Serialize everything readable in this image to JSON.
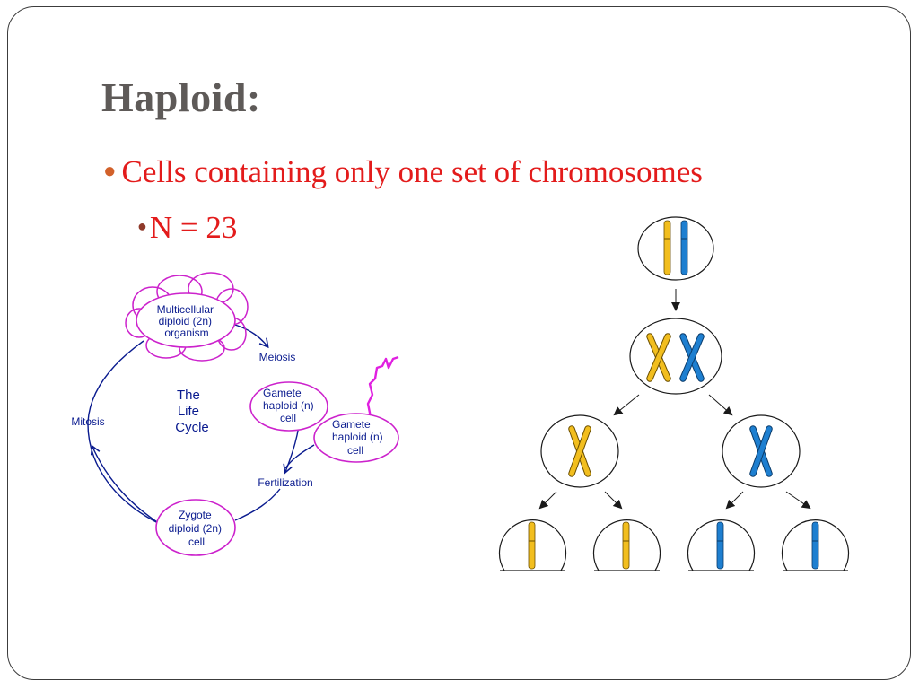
{
  "slide": {
    "title": "Haploid:",
    "bullets": [
      {
        "text": "Cells containing only one set of chromosomes",
        "level": 1
      },
      {
        "text": "N = 23",
        "level": 2
      }
    ]
  },
  "life_cycle": {
    "center_lines": [
      "The",
      "Life",
      "Cycle"
    ],
    "multicellular_lines": [
      "Multicellular",
      "diploid (2n)",
      "organism"
    ],
    "meiosis": "Meiosis",
    "gamete1_lines": [
      "Gamete",
      "haploid (n)",
      "cell"
    ],
    "gamete2_lines": [
      "Gamete",
      "haploid (n)",
      "cell"
    ],
    "fertilization": "Fertilization",
    "zygote_lines": [
      "Zygote",
      "diploid (2n)",
      "cell"
    ],
    "mitosis": "Mitosis"
  },
  "colors": {
    "title": "#5e5a58",
    "bullet_text": "#e31b1b",
    "cycle_text": "#0a1b8f",
    "cycle_ellipse": "#cc22cc",
    "sperm_line": "#e020e0",
    "chromosome_yellow": "#f2be1e",
    "chromosome_blue": "#1e7fd0"
  }
}
